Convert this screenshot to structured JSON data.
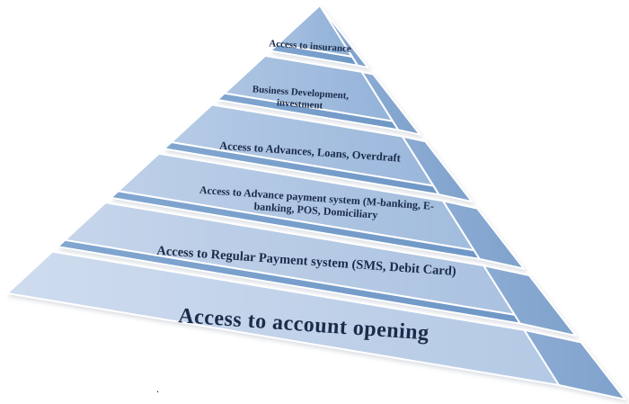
{
  "diagram": {
    "type": "pyramid",
    "levels": [
      {
        "label": "Access to insurance"
      },
      {
        "label": "Business Development,\ninvestment"
      },
      {
        "label": "Access to Advances, Loans, Overdraft"
      },
      {
        "label": "Access to Advance payment system (M-banking, E-\nbanking, POS, Domiciliary"
      },
      {
        "label": "Access to Regular Payment system (SMS, Debit Card)"
      },
      {
        "label": "Access to account opening"
      }
    ],
    "colors": {
      "face_top": "#9fbbde",
      "face_bottom": "#ccdaee",
      "bevel": "#7ba1cd",
      "side": "#88a9d2",
      "text": "#1b2b4a",
      "background": "#ffffff"
    },
    "stray_mark": "."
  }
}
